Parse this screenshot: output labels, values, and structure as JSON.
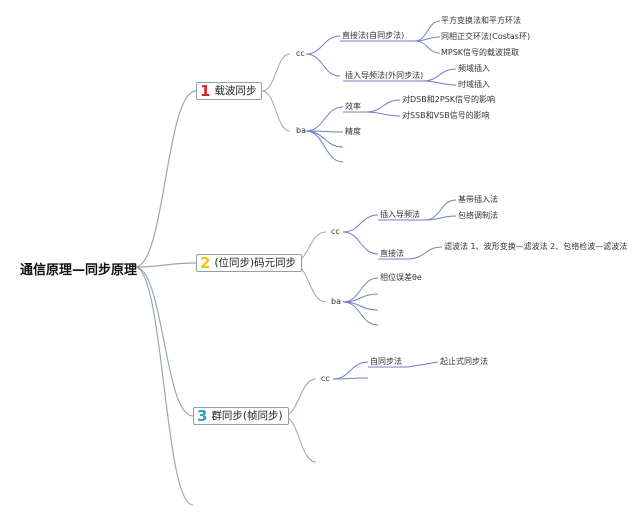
{
  "root": "通信原理—同步原理",
  "branches": [
    {
      "number": "1",
      "number_color": "#d9262b",
      "label": "载波同步",
      "cc": "cc",
      "cc_items": [
        {
          "label": "直接法(自同步法)",
          "children": [
            "平方变换法和平方环法",
            "同相正交环法(Costas环)",
            "MPSK信号的载波提取"
          ]
        },
        {
          "label": "插入导频法(外同步法)",
          "children": [
            "频域插入",
            "时域插入"
          ]
        }
      ],
      "ba": "ba",
      "ba_items": [
        {
          "label": "效率",
          "children": [
            "对DSB和2PSK信号的影响",
            "对SSB和VSB信号的影响"
          ]
        },
        {
          "label": "精度",
          "children": []
        }
      ]
    },
    {
      "number": "2",
      "number_color": "#f2c318",
      "label": "(位同步)码元同步",
      "cc": "cc",
      "cc_items": [
        {
          "label": "插入导频法",
          "children": [
            "基带插入法",
            "包络调制法"
          ]
        },
        {
          "label": "直接法",
          "children": [
            "滤波法 1、波形变换—滤波法 2、包络检波—滤波法"
          ]
        }
      ],
      "ba": "ba",
      "ba_items": [
        {
          "label": "相位误差θe",
          "children": []
        }
      ]
    },
    {
      "number": "3",
      "number_color": "#2f9fcf",
      "label": "群同步(帧同步)",
      "cc": "cc",
      "cc_items": [
        {
          "label": "自同步法",
          "children": [
            "起止式同步法"
          ]
        }
      ]
    }
  ]
}
